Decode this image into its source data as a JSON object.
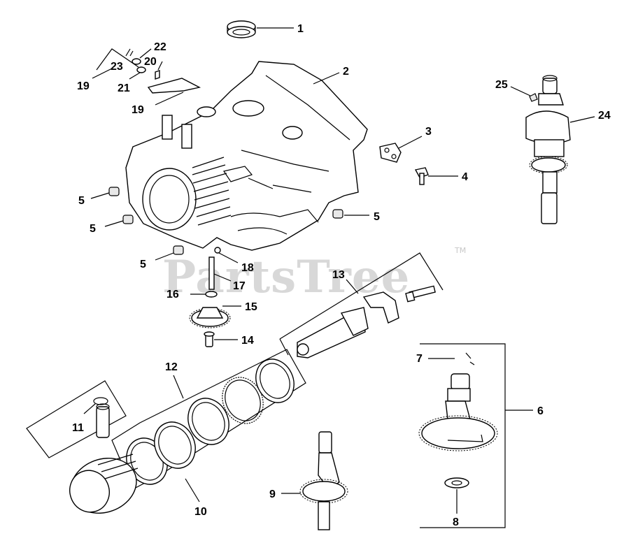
{
  "watermark": {
    "text": "PartsTree",
    "trademark": "TM"
  },
  "callouts": {
    "c1": "1",
    "c2": "2",
    "c3": "3",
    "c4": "4",
    "c5a": "5",
    "c5b": "5",
    "c5c": "5",
    "c5d": "5",
    "c6": "6",
    "c7": "7",
    "c8": "8",
    "c9": "9",
    "c10": "10",
    "c11": "11",
    "c12": "12",
    "c13": "13",
    "c14": "14",
    "c15": "15",
    "c16": "16",
    "c17": "17",
    "c18": "18",
    "c19a": "19",
    "c19b": "19",
    "c20": "20",
    "c21": "21",
    "c22": "22",
    "c23": "23",
    "c24": "24",
    "c25": "25"
  }
}
